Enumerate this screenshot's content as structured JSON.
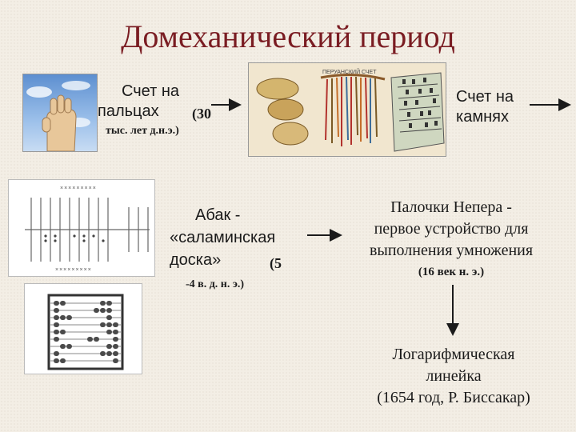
{
  "title": "Домеханический период",
  "fingers": {
    "line1": "Счет на",
    "line2": "пальцах",
    "date_a": "(30",
    "date_b": "тыс. лет д.н.э.)"
  },
  "stones": {
    "line1": "Счет на",
    "line2": "камнях"
  },
  "quipu_caption": "ПЕРУАНСКИЙ СЧЕТ",
  "abacus": {
    "line1": "Абак -",
    "line2": "«саламинская",
    "line3": "доска»",
    "date_a": "(5",
    "date_b": "-4 в. д. н. э.)"
  },
  "napier": {
    "line1": "Палочки Непера -",
    "line2": "первое устройство для",
    "line3": "выполнения умножения",
    "date": "(16 век н. э.)"
  },
  "slide_rule": {
    "line1": "Логарифмическая",
    "line2": "линейка",
    "line3": "(1654 год,  Р. Биссакар)"
  },
  "colors": {
    "title": "#7a1c22",
    "arrow": "#1b1b1b"
  }
}
